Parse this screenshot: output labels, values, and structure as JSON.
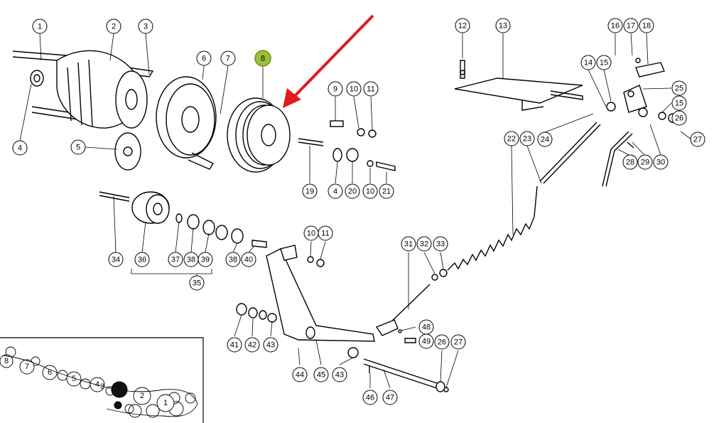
{
  "highlighted_part": "8",
  "arrow_color": "#e01b1b",
  "highlight_color": "#9bbf3a",
  "callouts": [
    "1",
    "2",
    "3",
    "4",
    "5",
    "6",
    "7",
    "8",
    "9",
    "10",
    "11",
    "4",
    "20",
    "10",
    "21",
    "19",
    "12",
    "13",
    "16",
    "17",
    "18",
    "14",
    "15",
    "25",
    "15",
    "26",
    "24",
    "27",
    "30",
    "29",
    "28",
    "22",
    "23",
    "34",
    "36",
    "37",
    "38",
    "39",
    "38",
    "40",
    "35",
    "10",
    "11",
    "31",
    "32",
    "33",
    "48",
    "49",
    "26",
    "27",
    "41",
    "42",
    "43",
    "44",
    "45",
    "43",
    "46",
    "47"
  ],
  "inset_labels": [
    "8",
    "7",
    "6",
    "5",
    "4",
    "3",
    "2",
    "1"
  ]
}
